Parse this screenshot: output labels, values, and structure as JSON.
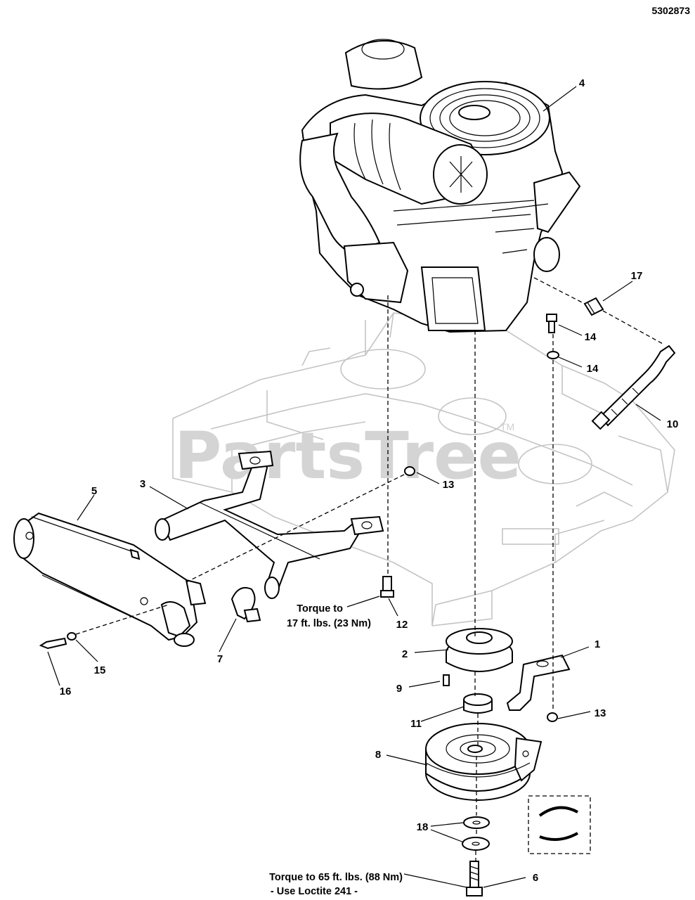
{
  "document": {
    "id": "5302873",
    "watermark": "PartsTree",
    "trademark": "TM"
  },
  "callouts": [
    {
      "key": "c1",
      "label": "1"
    },
    {
      "key": "c2",
      "label": "2"
    },
    {
      "key": "c3",
      "label": "3"
    },
    {
      "key": "c4",
      "label": "4"
    },
    {
      "key": "c5",
      "label": "5"
    },
    {
      "key": "c6",
      "label": "6"
    },
    {
      "key": "c7",
      "label": "7"
    },
    {
      "key": "c8",
      "label": "8"
    },
    {
      "key": "c9",
      "label": "9"
    },
    {
      "key": "c10",
      "label": "10"
    },
    {
      "key": "c11",
      "label": "11"
    },
    {
      "key": "c12",
      "label": "12"
    },
    {
      "key": "c13a",
      "label": "13"
    },
    {
      "key": "c13b",
      "label": "13"
    },
    {
      "key": "c14a",
      "label": "14"
    },
    {
      "key": "c14b",
      "label": "14"
    },
    {
      "key": "c15",
      "label": "15"
    },
    {
      "key": "c16",
      "label": "16"
    },
    {
      "key": "c17",
      "label": "17"
    },
    {
      "key": "c18",
      "label": "18"
    }
  ],
  "notes": {
    "torque12_line1": "Torque to",
    "torque12_line2": "17 ft. lbs. (23 Nm)",
    "torque6_line1": "Torque to 65 ft. lbs. (88 Nm)",
    "torque6_line2": "- Use Loctite 241 -"
  }
}
